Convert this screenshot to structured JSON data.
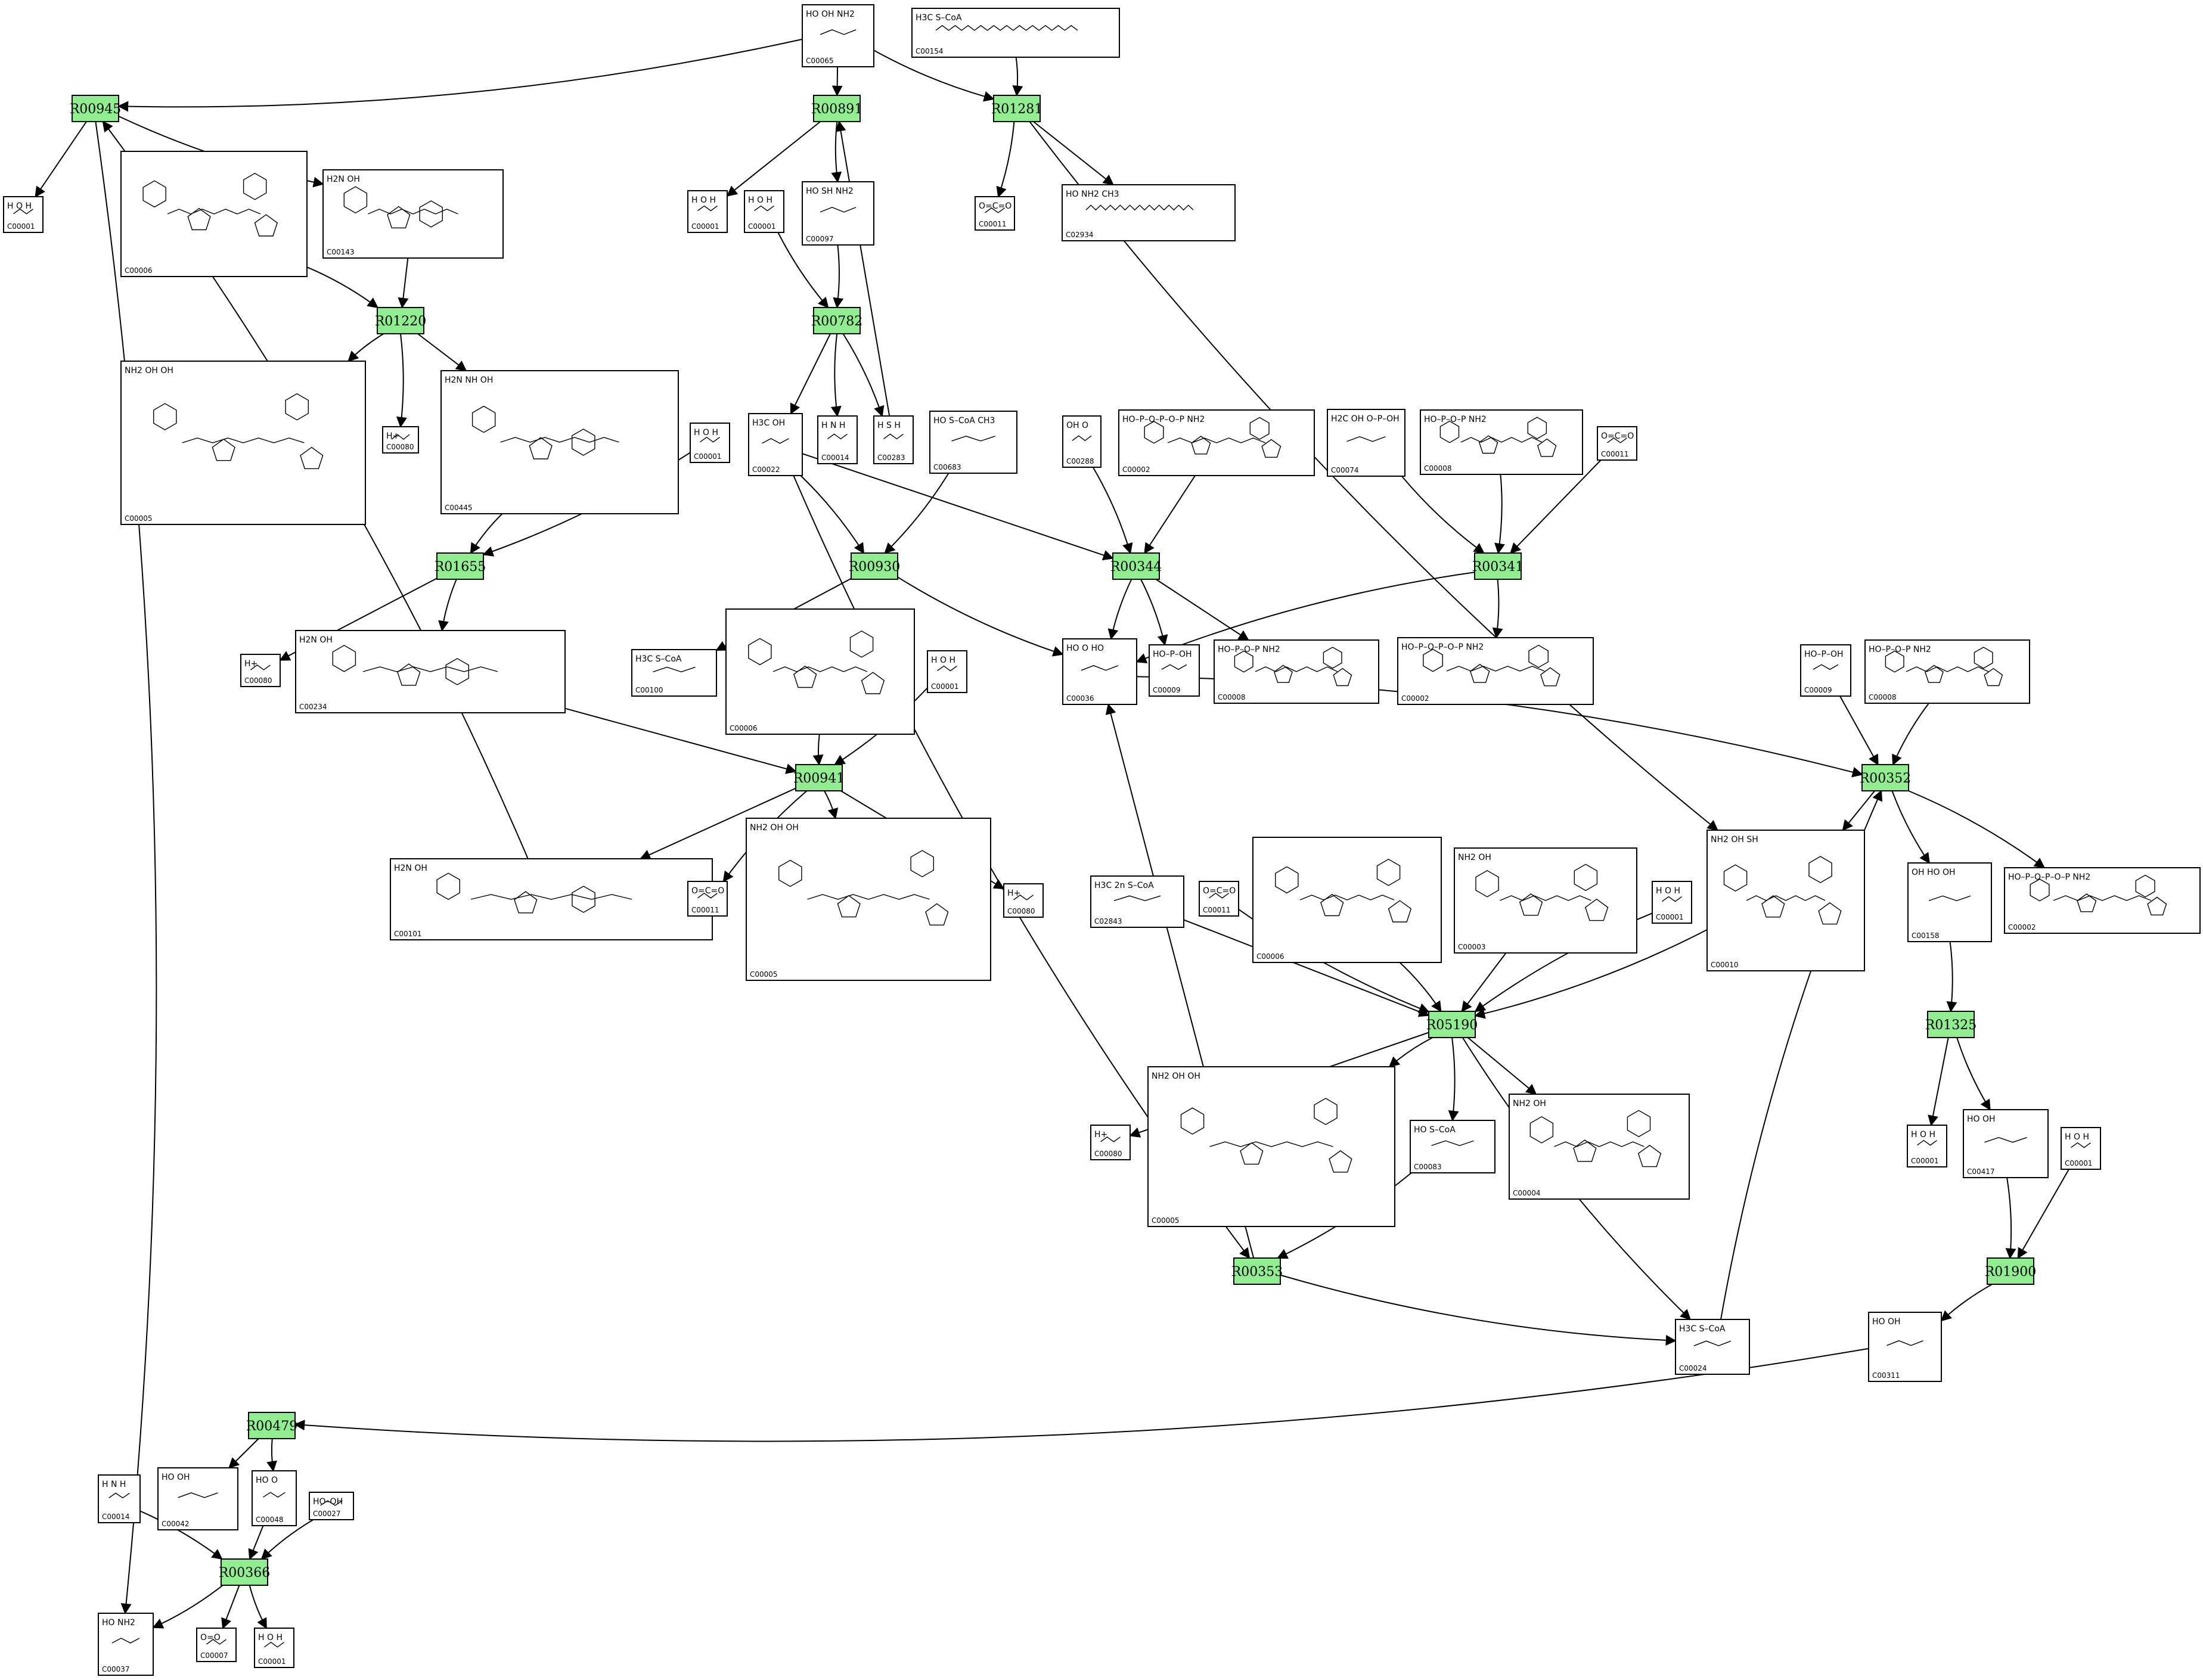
{
  "reactions": [
    {
      "id": "R00945"
    },
    {
      "id": "R00891"
    },
    {
      "id": "R01281"
    },
    {
      "id": "R01220"
    },
    {
      "id": "R00782"
    },
    {
      "id": "R01655"
    },
    {
      "id": "R00930"
    },
    {
      "id": "R00344"
    },
    {
      "id": "R00341"
    },
    {
      "id": "R00941"
    },
    {
      "id": "R00352"
    },
    {
      "id": "R05190"
    },
    {
      "id": "R01325"
    },
    {
      "id": "R00353"
    },
    {
      "id": "R01900"
    },
    {
      "id": "R00479"
    },
    {
      "id": "R00366"
    }
  ],
  "compounds": [
    {
      "key": "c00065",
      "id": "C00065",
      "label": "HO  OH  NH2",
      "kind": "small"
    },
    {
      "key": "c00154",
      "id": "C00154",
      "label": "H3C  S–CoA",
      "kind": "chain"
    },
    {
      "key": "c00001a",
      "id": "C00001",
      "label": "H  O  H",
      "kind": "small"
    },
    {
      "key": "c00006a",
      "id": "C00006",
      "label": "",
      "kind": "nucleotide"
    },
    {
      "key": "c00143",
      "id": "C00143",
      "label": "H2N  OH",
      "kind": "ring"
    },
    {
      "key": "c00001b",
      "id": "C00001",
      "label": "H  O  H",
      "kind": "small"
    },
    {
      "key": "c00001c",
      "id": "C00001",
      "label": "H  O  H",
      "kind": "small"
    },
    {
      "key": "c00097",
      "id": "C00097",
      "label": "HO  SH  NH2",
      "kind": "small"
    },
    {
      "key": "c00011a",
      "id": "C00011",
      "label": "O=C=O",
      "kind": "small"
    },
    {
      "key": "c02934",
      "id": "C02934",
      "label": "HO  NH2  CH3",
      "kind": "chain"
    },
    {
      "key": "c00005a",
      "id": "C00005",
      "label": "NH2  OH  OH",
      "kind": "nucleotide"
    },
    {
      "key": "c00080a",
      "id": "C00080",
      "label": "H+",
      "kind": "small"
    },
    {
      "key": "c00445",
      "id": "C00445",
      "label": "H2N  NH  OH",
      "kind": "ring"
    },
    {
      "key": "c00001d",
      "id": "C00001",
      "label": "H  O  H",
      "kind": "small"
    },
    {
      "key": "c00022",
      "id": "C00022",
      "label": "H3C  OH",
      "kind": "small"
    },
    {
      "key": "c00014a",
      "id": "C00014",
      "label": "H  N  H",
      "kind": "small"
    },
    {
      "key": "c00283",
      "id": "C00283",
      "label": "H  S  H",
      "kind": "small"
    },
    {
      "key": "c00683",
      "id": "C00683",
      "label": "HO  S–CoA  CH3",
      "kind": "small"
    },
    {
      "key": "c00288",
      "id": "C00288",
      "label": "OH  O",
      "kind": "small"
    },
    {
      "key": "c00002a",
      "id": "C00002",
      "label": "HO–P–O–P–O–P  NH2",
      "kind": "nucleotide"
    },
    {
      "key": "c00074",
      "id": "C00074",
      "label": "H2C  OH  O–P–OH",
      "kind": "small"
    },
    {
      "key": "c00008a",
      "id": "C00008",
      "label": "HO–P–O–P  NH2",
      "kind": "nucleotide"
    },
    {
      "key": "c00011b",
      "id": "C00011",
      "label": "O=C=O",
      "kind": "small"
    },
    {
      "key": "c00080b",
      "id": "C00080",
      "label": "H+",
      "kind": "small"
    },
    {
      "key": "c00234",
      "id": "C00234",
      "label": "H2N  OH",
      "kind": "ring"
    },
    {
      "key": "c00100",
      "id": "C00100",
      "label": "H3C  S–CoA",
      "kind": "small"
    },
    {
      "key": "c00006b",
      "id": "C00006",
      "label": "",
      "kind": "nucleotide"
    },
    {
      "key": "c00001e",
      "id": "C00001",
      "label": "H  O  H",
      "kind": "small"
    },
    {
      "key": "c00036",
      "id": "C00036",
      "label": "HO  O  HO",
      "kind": "small"
    },
    {
      "key": "c00009a",
      "id": "C00009",
      "label": "HO–P–OH",
      "kind": "small"
    },
    {
      "key": "c00008b",
      "id": "C00008",
      "label": "HO–P–O–P  NH2",
      "kind": "nucleotide"
    },
    {
      "key": "c00002b",
      "id": "C00002",
      "label": "HO–P–O–P–O–P  NH2",
      "kind": "nucleotide"
    },
    {
      "key": "c00009b",
      "id": "C00009",
      "label": "HO–P–OH",
      "kind": "small"
    },
    {
      "key": "c00008c",
      "id": "C00008",
      "label": "HO–P–O–P  NH2",
      "kind": "nucleotide"
    },
    {
      "key": "c00101",
      "id": "C00101",
      "label": "H2N  OH",
      "kind": "ring"
    },
    {
      "key": "c00011c",
      "id": "C00011",
      "label": "O=C=O",
      "kind": "small"
    },
    {
      "key": "c00005b",
      "id": "C00005",
      "label": "NH2  OH  OH",
      "kind": "nucleotide"
    },
    {
      "key": "c00080c",
      "id": "C00080",
      "label": "H+",
      "kind": "small"
    },
    {
      "key": "c02843",
      "id": "C02843",
      "label": "H3C  2n  S–CoA",
      "kind": "small"
    },
    {
      "key": "c00011d",
      "id": "C00011",
      "label": "O=C=O",
      "kind": "small"
    },
    {
      "key": "c00006c",
      "id": "C00006",
      "label": "",
      "kind": "nucleotide"
    },
    {
      "key": "c00003",
      "id": "C00003",
      "label": "NH2  OH",
      "kind": "nucleotide"
    },
    {
      "key": "c00001f",
      "id": "C00001",
      "label": "H  O  H",
      "kind": "small"
    },
    {
      "key": "c00010",
      "id": "C00010",
      "label": "NH2  OH  SH",
      "kind": "nucleotide"
    },
    {
      "key": "c00158",
      "id": "C00158",
      "label": "OH  HO  OH",
      "kind": "small"
    },
    {
      "key": "c00002c",
      "id": "C00002",
      "label": "HO–P–O–P–O–P  NH2",
      "kind": "nucleotide"
    },
    {
      "key": "c00080d",
      "id": "C00080",
      "label": "H+",
      "kind": "small"
    },
    {
      "key": "c00005c",
      "id": "C00005",
      "label": "NH2  OH  OH",
      "kind": "nucleotide"
    },
    {
      "key": "c00083",
      "id": "C00083",
      "label": "HO  S–CoA",
      "kind": "small"
    },
    {
      "key": "c00004",
      "id": "C00004",
      "label": "NH2  OH",
      "kind": "nucleotide"
    },
    {
      "key": "c00001g",
      "id": "C00001",
      "label": "H  O  H",
      "kind": "small"
    },
    {
      "key": "c00417",
      "id": "C00417",
      "label": "HO  OH",
      "kind": "small"
    },
    {
      "key": "c00001h",
      "id": "C00001",
      "label": "H  O  H",
      "kind": "small"
    },
    {
      "key": "c00024",
      "id": "C00024",
      "label": "H3C  S–CoA",
      "kind": "small"
    },
    {
      "key": "c00311",
      "id": "C00311",
      "label": "HO  OH",
      "kind": "small"
    },
    {
      "key": "c00014b",
      "id": "C00014",
      "label": "H  N  H",
      "kind": "small"
    },
    {
      "key": "c00042",
      "id": "C00042",
      "label": "HO  OH",
      "kind": "small"
    },
    {
      "key": "c00048",
      "id": "C00048",
      "label": "HO  O",
      "kind": "small"
    },
    {
      "key": "c00027",
      "id": "C00027",
      "label": "HO–OH",
      "kind": "small"
    },
    {
      "key": "c00037",
      "id": "C00037",
      "label": "HO  NH2",
      "kind": "small"
    },
    {
      "key": "c00007",
      "id": "C00007",
      "label": "O=O",
      "kind": "small"
    },
    {
      "key": "c00001i",
      "id": "C00001",
      "label": "H  O  H",
      "kind": "small"
    }
  ],
  "edges": [
    {
      "from": "c00065",
      "to": "R00945"
    },
    {
      "from": "c00065",
      "to": "R00891"
    },
    {
      "from": "c00065",
      "to": "R01281"
    },
    {
      "from": "c00154",
      "to": "R01281"
    },
    {
      "from": "R00945",
      "to": "c00001a"
    },
    {
      "from": "R00945",
      "to": "c00143"
    },
    {
      "from": "R00945",
      "to": "c00037"
    },
    {
      "from": "R00891",
      "to": "c00001b"
    },
    {
      "from": "R00891",
      "to": "c00097"
    },
    {
      "from": "R01281",
      "to": "c00011a"
    },
    {
      "from": "R01281",
      "to": "c02934"
    },
    {
      "from": "R01281",
      "to": "c00010"
    },
    {
      "from": "c00006a",
      "to": "R01220"
    },
    {
      "from": "c00143",
      "to": "R01220"
    },
    {
      "from": "R01220",
      "to": "c00005a"
    },
    {
      "from": "R01220",
      "to": "c00080a"
    },
    {
      "from": "R01220",
      "to": "c00445"
    },
    {
      "from": "c00001c",
      "to": "R00782"
    },
    {
      "from": "c00097",
      "to": "R00782"
    },
    {
      "from": "R00782",
      "to": "c00022"
    },
    {
      "from": "R00782",
      "to": "c00014a"
    },
    {
      "from": "R00782",
      "to": "c00283"
    },
    {
      "from": "c00283",
      "to": "R00891"
    },
    {
      "from": "c00445",
      "to": "R01655"
    },
    {
      "from": "c00001d",
      "to": "R01655"
    },
    {
      "from": "R01655",
      "to": "c00080b"
    },
    {
      "from": "R01655",
      "to": "c00234"
    },
    {
      "from": "c00022",
      "to": "R00930"
    },
    {
      "from": "c00022",
      "to": "R00344"
    },
    {
      "from": "c00022",
      "to": "R00353"
    },
    {
      "from": "c00683",
      "to": "R00930"
    },
    {
      "from": "R00930",
      "to": "c00100"
    },
    {
      "from": "R00930",
      "to": "c00036"
    },
    {
      "from": "c00288",
      "to": "R00344"
    },
    {
      "from": "c00002a",
      "to": "R00344"
    },
    {
      "from": "R00344",
      "to": "c00036"
    },
    {
      "from": "R00344",
      "to": "c00009a"
    },
    {
      "from": "R00344",
      "to": "c00008b"
    },
    {
      "from": "c00074",
      "to": "R00341"
    },
    {
      "from": "c00008a",
      "to": "R00341"
    },
    {
      "from": "c00011b",
      "to": "R00341"
    },
    {
      "from": "R00341",
      "to": "c00036"
    },
    {
      "from": "R00341",
      "to": "c00002b"
    },
    {
      "from": "c00234",
      "to": "R00941"
    },
    {
      "from": "c00006b",
      "to": "R00941"
    },
    {
      "from": "c00001e",
      "to": "R00941"
    },
    {
      "from": "R00941",
      "to": "c00101"
    },
    {
      "from": "R00941",
      "to": "c00011c"
    },
    {
      "from": "R00941",
      "to": "c00005b"
    },
    {
      "from": "R00941",
      "to": "c00080c"
    },
    {
      "from": "c00101",
      "to": "R00945"
    },
    {
      "from": "c00036",
      "to": "R00352"
    },
    {
      "from": "c00009b",
      "to": "R00352"
    },
    {
      "from": "c00008c",
      "to": "R00352"
    },
    {
      "from": "c00024",
      "to": "R00352"
    },
    {
      "from": "R00352",
      "to": "c00010"
    },
    {
      "from": "R00352",
      "to": "c00158"
    },
    {
      "from": "R00352",
      "to": "c00002c"
    },
    {
      "from": "c02843",
      "to": "R05190"
    },
    {
      "from": "c00011d",
      "to": "R05190"
    },
    {
      "from": "c00006c",
      "to": "R05190"
    },
    {
      "from": "c00003",
      "to": "R05190"
    },
    {
      "from": "c00001f",
      "to": "R05190"
    },
    {
      "from": "c00010",
      "to": "R05190"
    },
    {
      "from": "R05190",
      "to": "c00080d"
    },
    {
      "from": "R05190",
      "to": "c00005c"
    },
    {
      "from": "R05190",
      "to": "c00083"
    },
    {
      "from": "R05190",
      "to": "c00004"
    },
    {
      "from": "R05190",
      "to": "c00024"
    },
    {
      "from": "c00158",
      "to": "R01325"
    },
    {
      "from": "R01325",
      "to": "c00001g"
    },
    {
      "from": "R01325",
      "to": "c00417"
    },
    {
      "from": "c00083",
      "to": "R00353"
    },
    {
      "from": "R00353",
      "to": "c00036"
    },
    {
      "from": "R00353",
      "to": "c00024"
    },
    {
      "from": "c00417",
      "to": "R01900"
    },
    {
      "from": "c00001h",
      "to": "R01900"
    },
    {
      "from": "R01900",
      "to": "c00311"
    },
    {
      "from": "c00311",
      "to": "R00479"
    },
    {
      "from": "R00479",
      "to": "c00042"
    },
    {
      "from": "R00479",
      "to": "c00048"
    },
    {
      "from": "c00014b",
      "to": "R00366"
    },
    {
      "from": "c00048",
      "to": "R00366"
    },
    {
      "from": "c00027",
      "to": "R00366"
    },
    {
      "from": "R00366",
      "to": "c00037"
    },
    {
      "from": "R00366",
      "to": "c00007"
    },
    {
      "from": "R00366",
      "to": "c00001i"
    }
  ]
}
